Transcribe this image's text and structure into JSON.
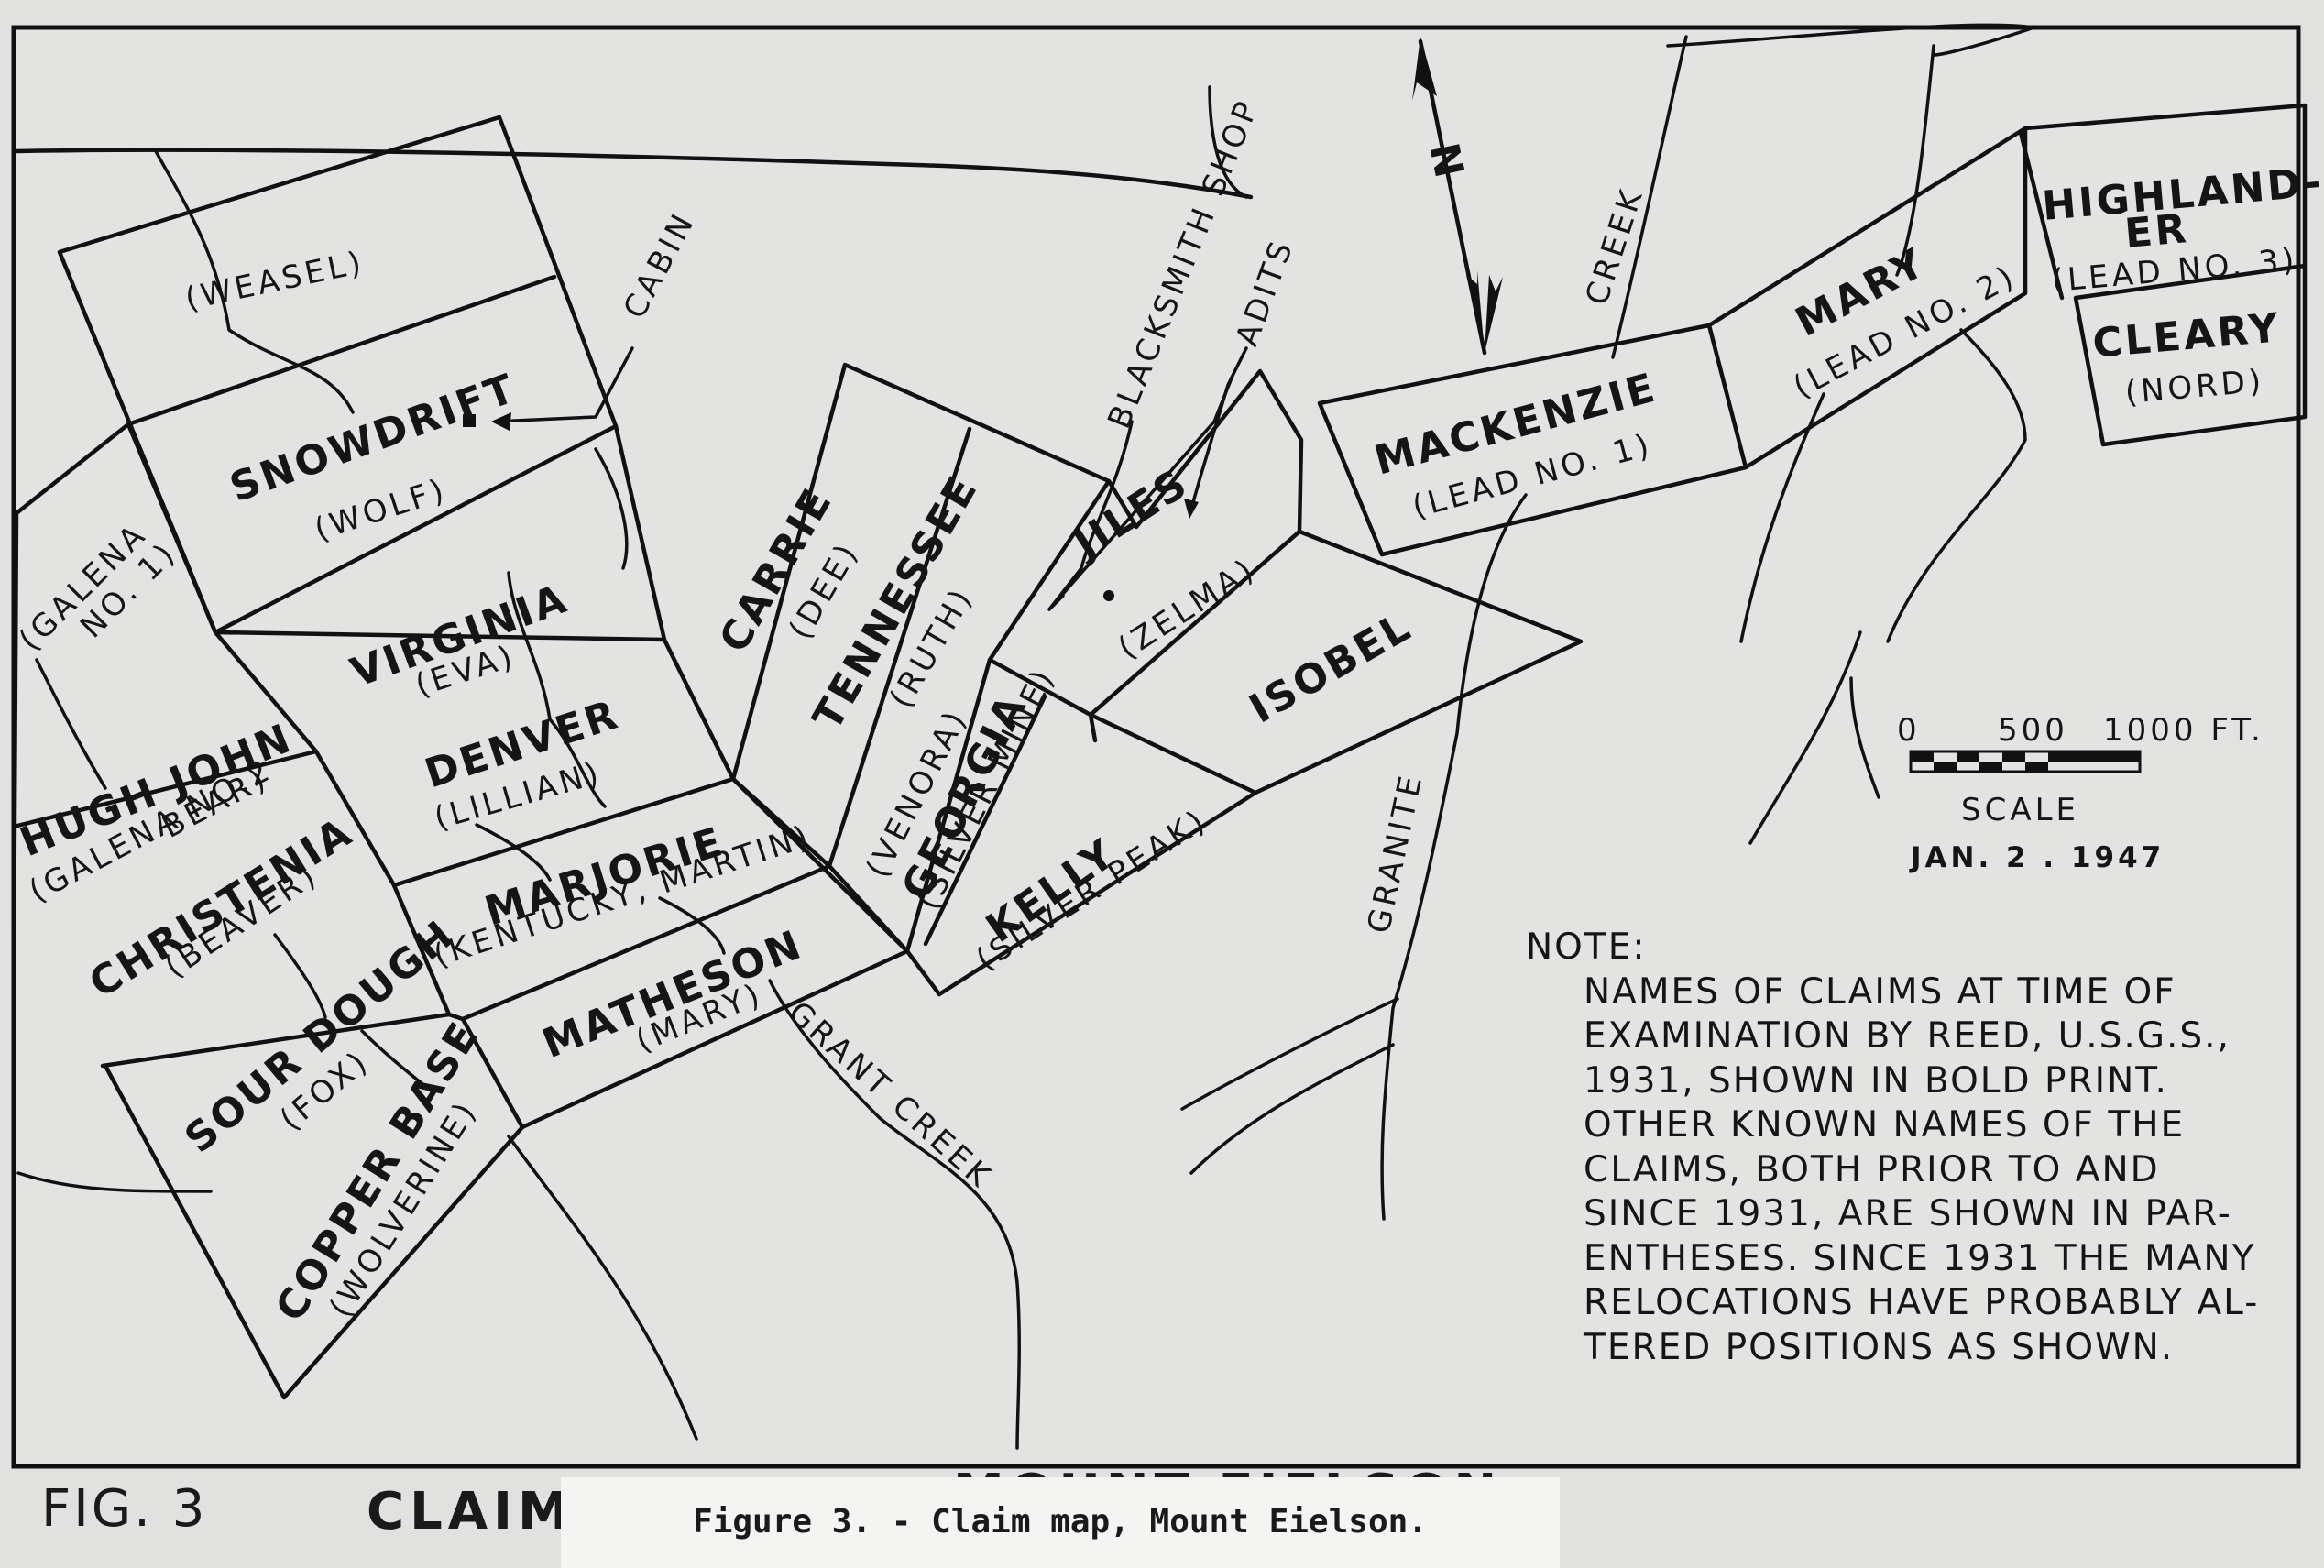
{
  "map": {
    "claims_bold": [
      {
        "id": "snowdrift",
        "name": "SNOWDRIFT"
      },
      {
        "id": "virginia",
        "name": "VIRGINIA"
      },
      {
        "id": "hugh-john",
        "name": "HUGH JOHN"
      },
      {
        "id": "denver",
        "name": "DENVER"
      },
      {
        "id": "christenia",
        "name": "CHRISTENIA"
      },
      {
        "id": "marjorie",
        "name": "MARJORIE"
      },
      {
        "id": "sour-dough",
        "name": "SOUR DOUGH"
      },
      {
        "id": "matheson",
        "name": "MATHESON"
      },
      {
        "id": "copper-base",
        "name": "COPPER BASE"
      },
      {
        "id": "carrie",
        "name": "CARRIE"
      },
      {
        "id": "tennessee",
        "name": "TENNESSEE"
      },
      {
        "id": "georgia",
        "name": "GEORGIA"
      },
      {
        "id": "kelly",
        "name": "KELLY"
      },
      {
        "id": "jiles",
        "name": "JILES"
      },
      {
        "id": "isobel",
        "name": "ISOBEL"
      },
      {
        "id": "mackenzie",
        "name": "MACKENZIE"
      },
      {
        "id": "mary",
        "name": "MARY"
      },
      {
        "id": "highlander-1",
        "name": "HIGHLAND-"
      },
      {
        "id": "highlander-2",
        "name": "ER"
      },
      {
        "id": "cleary",
        "name": "CLEARY"
      }
    ],
    "claims_alt": [
      {
        "id": "weasel",
        "name": "(WEASEL)"
      },
      {
        "id": "wolf",
        "name": "(WOLF)"
      },
      {
        "id": "galena-no1-a",
        "name": "(GALENA"
      },
      {
        "id": "galena-no1-b",
        "name": "NO. 1)"
      },
      {
        "id": "eva",
        "name": "(EVA)"
      },
      {
        "id": "galena-no2",
        "name": "(GALENA NO.2"
      },
      {
        "id": "bear",
        "name": "BEAR)"
      },
      {
        "id": "lillian",
        "name": "(LILLIAN)"
      },
      {
        "id": "beaver",
        "name": "(BEAVER)"
      },
      {
        "id": "kentucky-martin",
        "name": "(KENTUCKY, MARTIN)"
      },
      {
        "id": "fox",
        "name": "(FOX)"
      },
      {
        "id": "mary-alt",
        "name": "(MARY)"
      },
      {
        "id": "wolverine",
        "name": "(WOLVERINE)"
      },
      {
        "id": "dee",
        "name": "(DEE)"
      },
      {
        "id": "ruth",
        "name": "(RUTH)"
      },
      {
        "id": "venora",
        "name": "(VENORA)"
      },
      {
        "id": "silver-mine",
        "name": "(SILVER MINE)"
      },
      {
        "id": "silver-peak",
        "name": "(SILVER PEAK)"
      },
      {
        "id": "zelma",
        "name": "(ZELMA)"
      },
      {
        "id": "lead-no1",
        "name": "(LEAD NO. 1)"
      },
      {
        "id": "lead-no2",
        "name": "(LEAD NO. 2)"
      },
      {
        "id": "lead-no3",
        "name": "(LEAD NO. 3)"
      },
      {
        "id": "nord",
        "name": "(NORD)"
      }
    ],
    "features": [
      {
        "id": "cabin",
        "name": "CABIN"
      },
      {
        "id": "blacksmith-shop",
        "name": "BLACKSMITH SHOP"
      },
      {
        "id": "adits",
        "name": "ADITS"
      },
      {
        "id": "creek",
        "name": "CREEK"
      },
      {
        "id": "granite",
        "name": "GRANITE"
      },
      {
        "id": "grant-creek",
        "name": "GRANT CREEK"
      }
    ],
    "north_label": "N",
    "scale": {
      "ticks": [
        "0",
        "500",
        "1000 FT."
      ],
      "label": "SCALE",
      "date": "JAN. 2 . 1947"
    }
  },
  "note": {
    "heading": "NOTE:",
    "lines": [
      "NAMES OF CLAIMS AT TIME OF",
      "EXAMINATION BY REED, U.S.G.S.,",
      "1931, SHOWN IN BOLD PRINT.",
      "OTHER KNOWN NAMES OF THE",
      "CLAIMS, BOTH PRIOR TO AND",
      "SINCE 1931, ARE SHOWN IN PAR-",
      "ENTHESES. SINCE 1931 THE MANY",
      "RELOCATIONS HAVE PROBABLY AL-",
      "TERED POSITIONS AS SHOWN."
    ]
  },
  "footer": {
    "fig_number": "FIG. 3",
    "title_left": "CLAIM",
    "title_right": "MOUNT EIELSON",
    "caption": "Figure 3. - Claim map, Mount Eielson."
  }
}
